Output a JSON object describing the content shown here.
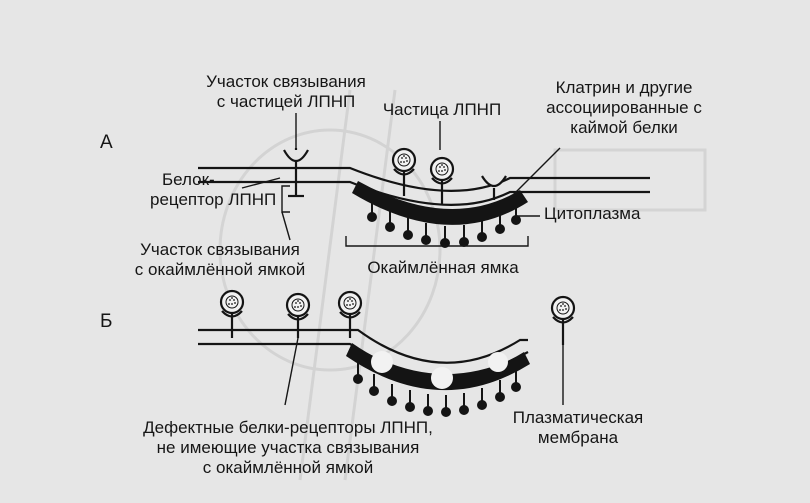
{
  "panels": {
    "a": {
      "letter": "А"
    },
    "b": {
      "letter": "Б"
    }
  },
  "labels": {
    "binding_site_ldl": [
      "Участок связывания",
      "с частицей ЛПНП"
    ],
    "ldl_particle": "Частица ЛПНП",
    "clathrin": [
      "Клатрин и другие",
      "ассоциированные с",
      "каймой белки"
    ],
    "receptor_protein": [
      "Белок-",
      "рецептор ЛПНП"
    ],
    "cytoplasm": "Цитоплазма",
    "binding_site_pit": [
      "Участок связывания",
      "с окаймлённой ямкой"
    ],
    "coated_pit": "Окаймлённая ямка",
    "defective_receptors": [
      "Дефектные белки-рецепторы ЛПНП,",
      "не имеющие участка связывания",
      "с окаймлённой ямкой"
    ],
    "plasma_membrane": [
      "Плазматическая",
      "мембрана"
    ]
  },
  "colors": {
    "background": "#e6e6e6",
    "ink": "#161616",
    "coat": "#141414",
    "membrane_fill": "#f2f2f2"
  }
}
